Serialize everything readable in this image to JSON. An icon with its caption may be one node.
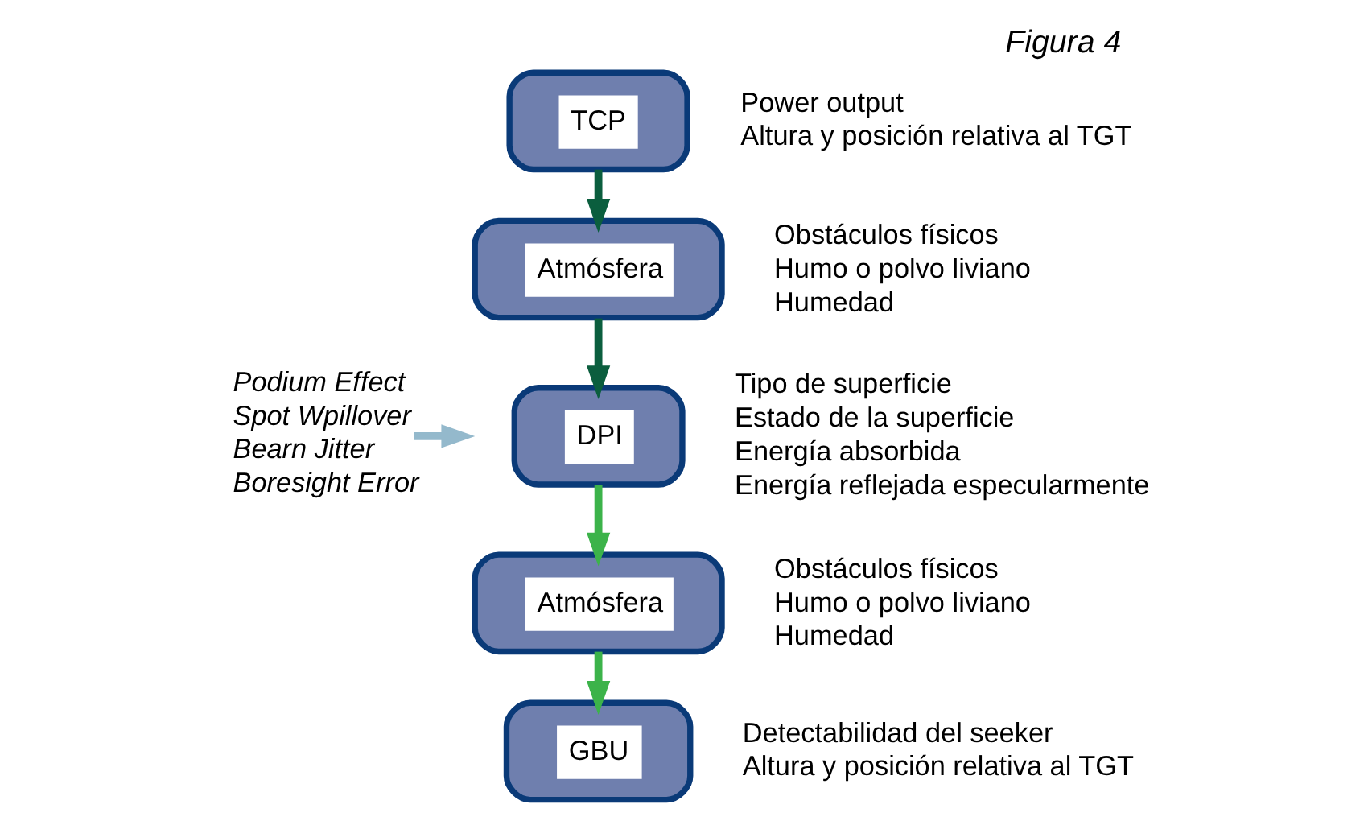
{
  "diagram": {
    "title": "Figura 4",
    "nodes": [
      {
        "text": [
          "TCP"
        ],
        "beside": [
          "Power output",
          "Altura y posición relativa al TGT"
        ]
      },
      {
        "text": [
          "Atmósfera"
        ],
        "beside": [
          "Obstáculos físicos",
          "Humo o polvo liviano",
          "Humedad"
        ]
      },
      {
        "text": [
          "Podium Effect",
          "Spot Wpillover",
          "Bearn Jitter",
          "Boresight Error"
        ]
      },
      {
        "text": [
          "DPI"
        ],
        "beside": [
          "Tipo de superficie",
          "Estado de la superficie",
          "Energía absorbida",
          "Energía reflejada especularmente"
        ]
      },
      {
        "text": [
          "Atmósfera"
        ],
        "beside": [
          "Obstáculos físicos",
          "Humo o polvo liviano",
          "Humedad"
        ]
      },
      {
        "text": [
          "GBU"
        ],
        "beside": [
          "Detectabilidad del seeker",
          "Altura y posición relativa al TGT"
        ]
      }
    ],
    "edges": [
      {
        "from": 0,
        "to": 1,
        "arrow": "to",
        "color": "#0b5e3e"
      },
      {
        "from": 1,
        "to": 3,
        "arrow": "to",
        "color": "#0b5e3e"
      },
      {
        "from": 2,
        "to": null,
        "arrow": "to",
        "color": "#94b9cc"
      },
      {
        "from": 3,
        "to": 4,
        "arrow": "to",
        "color": "#3cb34a"
      },
      {
        "from": 4,
        "to": 5,
        "arrow": "to",
        "color": "#3cb34a"
      }
    ]
  }
}
